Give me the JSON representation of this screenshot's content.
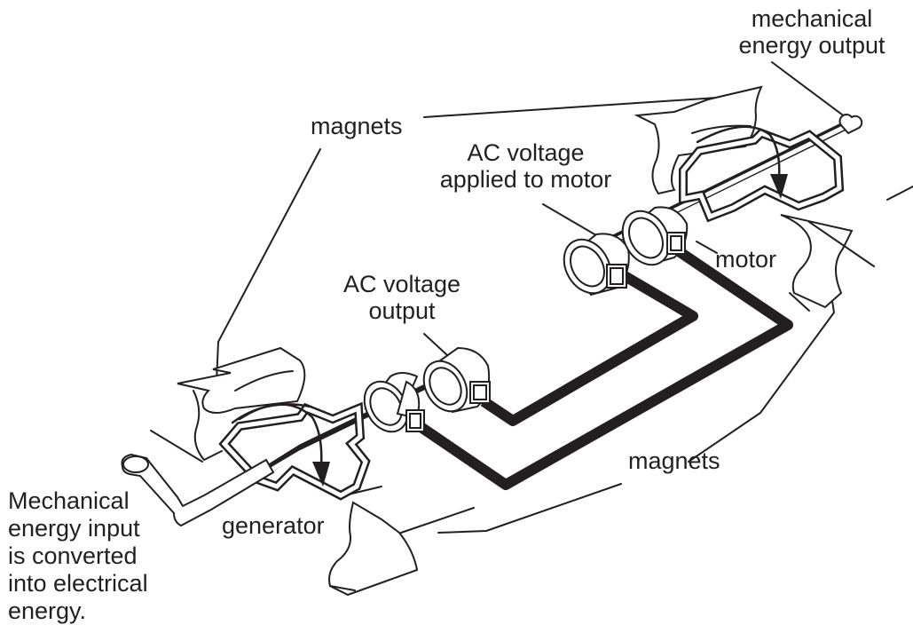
{
  "labels": {
    "mechanical_output": [
      "mechanical",
      "energy output"
    ],
    "magnets_top": "magnets",
    "ac_motor": [
      "AC voltage",
      "applied to motor"
    ],
    "motor": "motor",
    "ac_output": [
      "AC voltage",
      "output"
    ],
    "magnets_bottom": "magnets",
    "generator": "generator",
    "mechanical_input": [
      "Mechanical",
      "energy input",
      "is converted",
      "into electrical",
      "energy."
    ]
  }
}
